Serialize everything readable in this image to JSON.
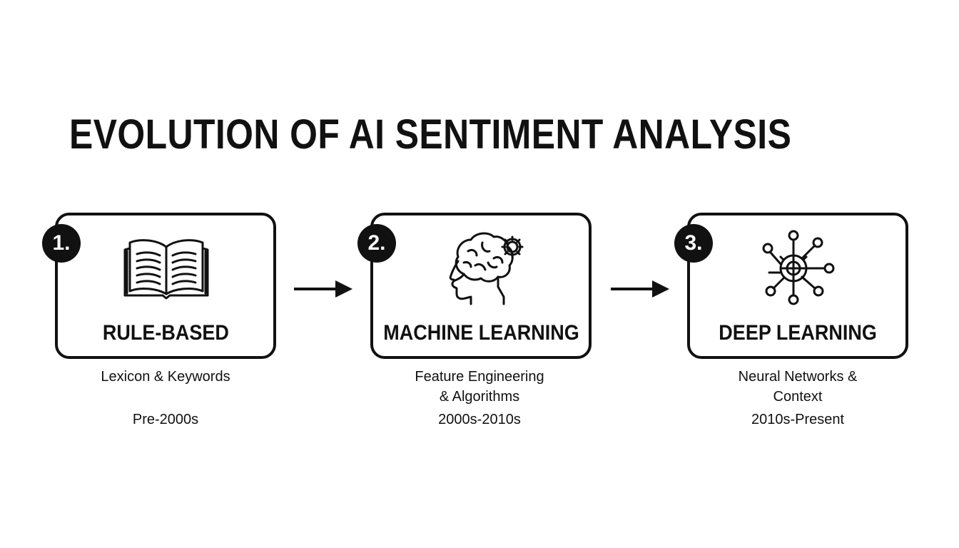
{
  "title": "EVOLUTION OF AI SENTIMENT ANALYSIS",
  "stages": [
    {
      "number": "1.",
      "icon": "open-book-icon",
      "label": "RULE-BASED",
      "description": "Lexicon & Keywords",
      "era": "Pre-2000s"
    },
    {
      "number": "2.",
      "icon": "brain-gear-icon",
      "label": "MACHINE LEARNING",
      "description": "Feature Engineering\n& Algorithms",
      "era": "2000s-2010s"
    },
    {
      "number": "3.",
      "icon": "neural-network-icon",
      "label": "DEEP LEARNING",
      "description": "Neural Networks &\nContext",
      "era": "2010s-Present"
    }
  ],
  "arrows": [
    "arrow-right-icon",
    "arrow-right-icon"
  ]
}
